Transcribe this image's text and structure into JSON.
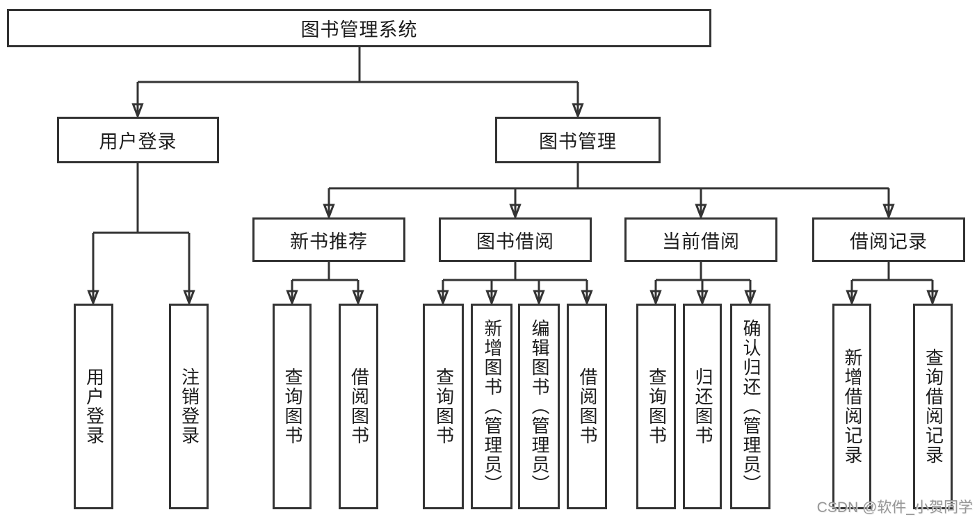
{
  "diagram": {
    "root": {
      "label": "图书管理系统"
    },
    "branches": [
      {
        "label": "用户登录",
        "children": [
          {
            "label": "用户登录"
          },
          {
            "label": "注销登录"
          }
        ]
      },
      {
        "label": "图书管理",
        "children": [
          {
            "label": "新书推荐",
            "children": [
              {
                "label": "查询图书"
              },
              {
                "label": "借阅图书"
              }
            ]
          },
          {
            "label": "图书借阅",
            "children": [
              {
                "label": "查询图书"
              },
              {
                "label": "新增图书（管理员）"
              },
              {
                "label": "编辑图书（管理员）"
              },
              {
                "label": "借阅图书"
              }
            ]
          },
          {
            "label": "当前借阅",
            "children": [
              {
                "label": "查询图书"
              },
              {
                "label": "归还图书"
              },
              {
                "label": "确认归还（管理员）"
              }
            ]
          },
          {
            "label": "借阅记录",
            "children": [
              {
                "label": "新增借阅记录"
              },
              {
                "label": "查询借阅记录"
              }
            ]
          }
        ]
      }
    ]
  },
  "watermark": {
    "text": "CSDN @软件_小贺同学"
  },
  "colors": {
    "line": "#333333",
    "text": "#1c1c1c",
    "watermark": "#969696",
    "background": "#ffffff"
  }
}
